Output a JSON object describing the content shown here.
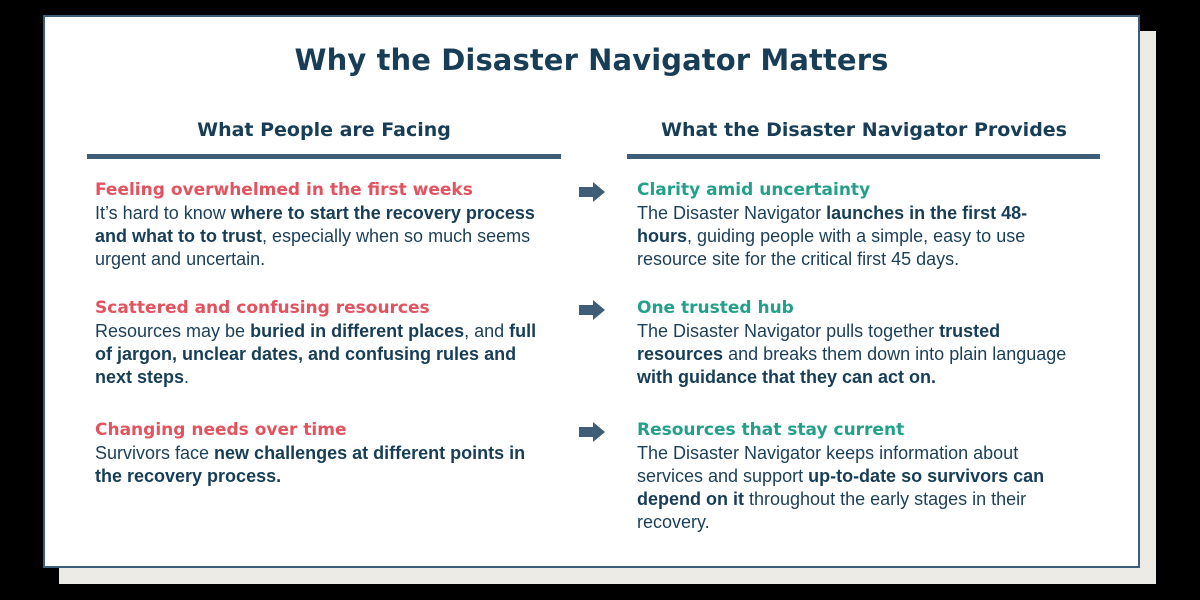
{
  "title": "Why the Disaster Navigator Matters",
  "columns": {
    "left_header": "What People are Facing",
    "right_header": "What the Disaster Navigator Provides"
  },
  "colors": {
    "navy": "#173e56",
    "rule": "#3e5e77",
    "problem_red": "#e2535f",
    "solution_teal": "#24a08a",
    "shadow": "#ecebe6"
  },
  "icons": {
    "row_arrow": "arrow-right-icon"
  },
  "rows": [
    {
      "problem": {
        "title": "Feeling overwhelmed in the first weeks",
        "body": [
          {
            "text": "It’s hard to know ",
            "bold": false
          },
          {
            "text": "where to start the recovery process and what to to trust",
            "bold": true
          },
          {
            "text": ", especially when so much seems urgent and uncertain.",
            "bold": false
          }
        ]
      },
      "solution": {
        "title": "Clarity amid uncertainty",
        "body": [
          {
            "text": "The Disaster Navigator ",
            "bold": false
          },
          {
            "text": "launches in the first 48-hours",
            "bold": true
          },
          {
            "text": ", guiding people with a simple, easy to use resource site for the critical first 45 days.",
            "bold": false
          }
        ]
      }
    },
    {
      "problem": {
        "title": "Scattered and confusing resources",
        "body": [
          {
            "text": "Resources may be ",
            "bold": false
          },
          {
            "text": "buried in different places",
            "bold": true
          },
          {
            "text": ", and ",
            "bold": false
          },
          {
            "text": "full of jargon, unclear dates, and confusing rules and next steps",
            "bold": true
          },
          {
            "text": ".",
            "bold": false
          }
        ]
      },
      "solution": {
        "title": "One trusted hub",
        "body": [
          {
            "text": "The Disaster Navigator pulls together ",
            "bold": false
          },
          {
            "text": "trusted resources",
            "bold": true
          },
          {
            "text": " and breaks them down into plain language ",
            "bold": false
          },
          {
            "text": "with guidance that they can act on.",
            "bold": true
          }
        ]
      }
    },
    {
      "problem": {
        "title": "Changing needs over time",
        "body": [
          {
            "text": "Survivors face ",
            "bold": false
          },
          {
            "text": "new challenges at different points in the recovery process.",
            "bold": true
          }
        ]
      },
      "solution": {
        "title": "Resources that stay current",
        "body": [
          {
            "text": "The Disaster Navigator keeps information about services and support ",
            "bold": false
          },
          {
            "text": "up-to-date so survivors can depend on it",
            "bold": true
          },
          {
            "text": " throughout the early stages in their recovery.",
            "bold": false
          }
        ]
      }
    }
  ]
}
